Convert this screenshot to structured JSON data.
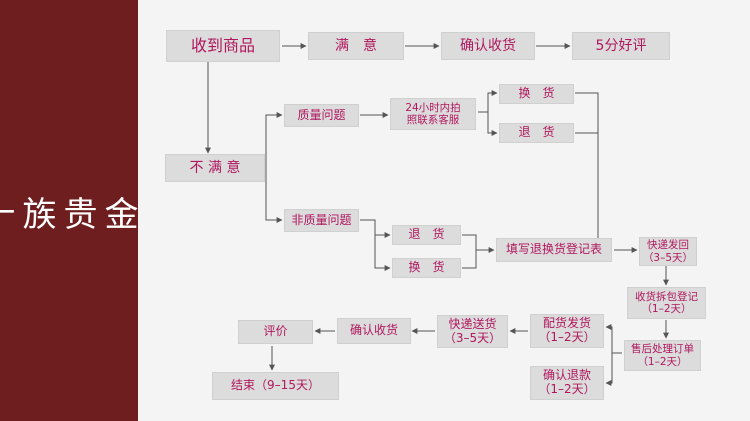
{
  "sidebar": {
    "title": [
      "金",
      "贵",
      "族",
      "十",
      "字",
      "绣",
      "退",
      "换",
      "说",
      "明"
    ],
    "bg": "#6e1e1e"
  },
  "colors": {
    "box_bg": "#dcdcdc",
    "text": "#b0175e",
    "line": "#555555"
  },
  "nodes": {
    "receive": "收到商品",
    "satisfied": "满　意",
    "confirm_receipt_top": "确认收货",
    "five_star": "5分好评",
    "quality_issue": "质量问题",
    "contact_service_1": "24小时内拍",
    "contact_service_2": "照联系客服",
    "exchange_top": "换　货",
    "refund_top": "退　货",
    "unsatisfied": "不 满 意",
    "non_quality_issue": "非质量问题",
    "refund_mid": "退　货",
    "exchange_mid": "换　货",
    "fill_form": "填写退换货登记表",
    "express_back_1": "快递发回",
    "express_back_2": "（3–5天）",
    "receive_register_1": "收货拆包登记",
    "receive_register_2": "（1–2天）",
    "after_sale_1": "售后处理订单",
    "after_sale_2": "（1–2天）",
    "ship_out_1": "配货发货",
    "ship_out_2": "（1–2天）",
    "express_send_1": "快递送货",
    "express_send_2": "（3–5天）",
    "confirm_receipt_bottom": "确认收货",
    "review": "评价",
    "refund_confirm_1": "确认退款",
    "refund_confirm_2": "（1–2天）",
    "finish": "结束（9–15天）"
  }
}
